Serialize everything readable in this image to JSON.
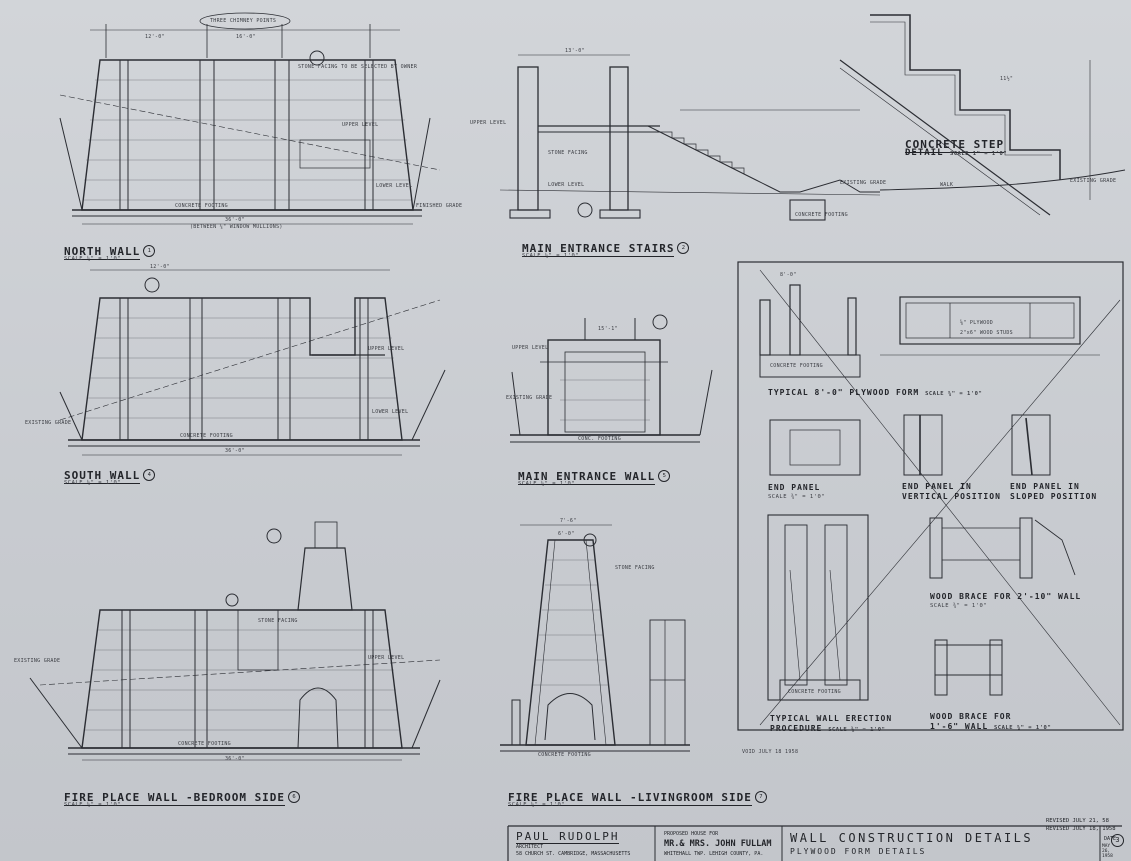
{
  "views": {
    "north_wall": {
      "title": "NORTH WALL",
      "scale": "SCALE ¼\" = 1'0\"",
      "number": "1",
      "notes": [
        "THREE CHIMNEY POINTS",
        "STONE FACING TO BE SELECTED BY OWNER",
        "UPPER LEVEL",
        "LOWER LEVEL",
        "FINISHED GRADE",
        "CONCRETE FOOTING",
        "36'-0\"",
        "(BETWEEN ¼\" WINDOW MULLIONS)",
        "12'-0\"",
        "16'-0\""
      ]
    },
    "main_entrance_stairs": {
      "title": "MAIN ENTRANCE STAIRS",
      "scale": "SCALE ¼\" = 1'0\"",
      "number": "2",
      "notes": [
        "13'-0\"",
        "UPPER LEVEL",
        "LOWER LEVEL",
        "EXISTING GRADE",
        "CONCRETE FOOTING",
        "STONE FACING"
      ]
    },
    "concrete_step": {
      "title": "CONCRETE STEP",
      "subtitle": "DETAIL",
      "scale": "SCALE 1\" = 1'0\"",
      "notes": [
        "11½\"",
        "WALK",
        "EXISTING GRADE"
      ]
    },
    "south_wall": {
      "title": "SOUTH WALL",
      "scale": "SCALE ¼\" = 1'0\"",
      "number": "4",
      "notes": [
        "12'-0\"",
        "UPPER LEVEL",
        "LOWER LEVEL",
        "CONCRETE FOOTING",
        "36'-0\"",
        "EXISTING GRADE"
      ]
    },
    "main_entrance_wall": {
      "title": "MAIN ENTRANCE WALL",
      "scale": "SCALE ¼\" = 1'0\"",
      "number": "5",
      "notes": [
        "UPPER LEVEL",
        "EXISTING GRADE",
        "CONC. FOOTING",
        "15'-1\""
      ]
    },
    "fire_place_bedroom": {
      "title": "FIRE PLACE WALL -BEDROOM SIDE",
      "scale": "SCALE ¼\" = 1'0\"",
      "number": "6",
      "notes": [
        "UPPER LEVEL",
        "36'-0\"",
        "CONCRETE FOOTING",
        "EXISTING GRADE",
        "STONE FACING"
      ]
    },
    "fire_place_livingroom": {
      "title": "FIRE PLACE WALL -LIVINGROOM SIDE",
      "scale": "SCALE ¼\" = 1'0\"",
      "number": "7",
      "notes": [
        "7'-6\"",
        "6'-0\"",
        "CONCRETE FOOTING",
        "STONE FACING"
      ]
    },
    "plywood_form": {
      "title": "TYPICAL 8'-0\" PLYWOOD FORM",
      "scale": "SCALE ¾\" = 1'0\"",
      "notes": [
        "8'-0\"",
        "CONCRETE FOOTING",
        "⅝\" PLYWOOD",
        "2\"x6\" WOOD STUDS"
      ]
    },
    "end_panel": {
      "title": "END PANEL",
      "scale": "SCALE ¾\" = 1'0\""
    },
    "end_panel_vertical": {
      "title": "END PANEL IN",
      "subtitle": "VERTICAL POSITION"
    },
    "end_panel_sloped": {
      "title": "END PANEL IN",
      "subtitle": "SLOPED POSITION"
    },
    "wall_erection": {
      "title": "TYPICAL WALL ERECTION",
      "subtitle": "PROCEDURE",
      "scale": "SCALE ⅜\" = 1'0\"",
      "notes": [
        "CONCRETE FOOTING"
      ]
    },
    "wood_brace_2": {
      "title": "WOOD BRACE FOR 2'-10\" WALL",
      "scale": "SCALE ¾\" = 1'0\""
    },
    "wood_brace_1": {
      "title": "WOOD BRACE FOR",
      "subtitle": "1'-6\" WALL",
      "scale": "SCALE ¾\" = 1'0\""
    }
  },
  "title_block": {
    "architect": "PAUL RUDOLPH",
    "architect_role": "ARCHITECT",
    "architect_address": "58 CHURCH ST. CAMBRIDGE, MASSACHUSETTS",
    "project_label": "PROPOSED HOUSE FOR",
    "client": "MR.& MRS. JOHN FULLAM",
    "client_address": "WHITEHALL TWP. LEHIGH COUNTY, PA.",
    "sheet_title": "WALL CONSTRUCTION DETAILS",
    "sheet_subtitle": "PLYWOOD FORM DETAILS",
    "revised_1": "REVISED JULY 21, 58",
    "revised_2": "REVISED JULY 18, 1958",
    "date_label": "DATE",
    "date_value": "MAY 26, 1958",
    "sheet_number": "3",
    "void_note": "VOID JULY 18 1958"
  }
}
